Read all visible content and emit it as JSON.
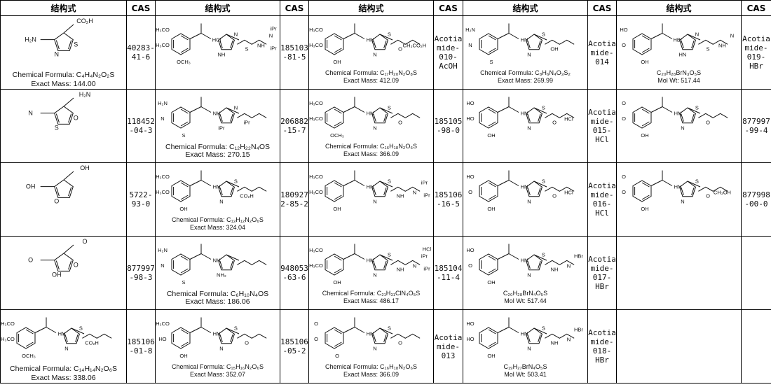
{
  "headers": {
    "structure": "结构式",
    "cas": "CAS"
  },
  "rows": [
    [
      {
        "labels": [
          "CO₂H",
          "H₂N",
          "N",
          "S"
        ],
        "cap": [
          "Chemical Formula: C₄H₄N₂O₂S",
          "Exact Mass: 144.00"
        ],
        "cas": "40283-\n41-6"
      },
      {
        "labels": [
          "H₃CO",
          "H₃CO",
          "OCH₃",
          "HCl",
          "NH",
          "N",
          "S",
          "NH",
          "N",
          "iPr",
          "iPr"
        ],
        "cap": [],
        "cas": "185103\n-81-5"
      },
      {
        "labels": [
          "H₃CO",
          "H₃CO",
          "OH",
          "HN",
          "N",
          "S",
          "O",
          "CH₃CO₂H"
        ],
        "cap": [
          "Chemical Formula: C₁₇H₂₀N₂O₈S",
          "Exact Mass: 412.09"
        ],
        "cas": "Acotia\nmide-\n010-\nAcOH"
      },
      {
        "labels": [
          "H₂N",
          "N",
          "S",
          "HN",
          "N",
          "S",
          "OH"
        ],
        "cap": [
          "Chemical Formula: C₈H₆N₄O₃S₂",
          "Exact Mass: 269.99"
        ],
        "cas": "Acotia\nmide-\n014"
      },
      {
        "labels": [
          "HO",
          "O",
          "OH",
          "HBr",
          "HN",
          "N",
          "S",
          "NH",
          "N"
        ],
        "cap": [
          "C₂₀H₂₈BrN₃O₅S",
          "Mol Wt: 517.44"
        ],
        "cas": "Acotia\nmide-\n019-\nHBr"
      }
    ],
    [
      {
        "labels": [
          "H₂N",
          "N",
          "S",
          "O"
        ],
        "cap": [],
        "cas": "118452\n-04-3"
      },
      {
        "labels": [
          "H₂N",
          "N",
          "S",
          "NH",
          "iPr",
          "N",
          "iPr"
        ],
        "cap": [
          "Chemical Formula: C₁₂H₂₂N₄OS",
          "Exact Mass: 270.15"
        ],
        "cas": "206882\n-15-7"
      },
      {
        "labels": [
          "H₃CO",
          "H₃CO",
          "OCH₃",
          "HN",
          "N",
          "S",
          "O"
        ],
        "cap": [
          "Chemical Formula: C₁₆H₁₈N₂O₆S",
          "Exact Mass: 366.09"
        ],
        "cas": "185105\n-98-0"
      },
      {
        "labels": [
          "HO",
          "HO",
          "OH",
          "HN",
          "N",
          "S",
          "O",
          "HCl"
        ],
        "cap": [],
        "cas": "Acotia\nmide-\n015-\nHCl"
      },
      {
        "labels": [
          "O",
          "O",
          "OH",
          "HN",
          "N",
          "S",
          "O"
        ],
        "cap": [],
        "cas": "877997\n-99-4"
      }
    ],
    [
      {
        "labels": [
          "OH",
          "OH",
          "O"
        ],
        "cap": [],
        "cas": "5722-\n93-0"
      },
      {
        "labels": [
          "H₃CO",
          "H₃CO",
          "OH",
          "HN",
          "N",
          "S",
          "CO₂H"
        ],
        "cap": [
          "Chemical Formula: C₁₃H₁₂N₂O₆S",
          "Exact Mass: 324.04"
        ],
        "cas": "180927\n2-85-2"
      },
      {
        "labels": [
          "H₃CO",
          "H₃CO",
          "OH",
          "HN",
          "N",
          "S",
          "NH",
          "N",
          "iPr",
          "iPr"
        ],
        "cap": [],
        "cas": "185106\n-16-5"
      },
      {
        "labels": [
          "HO",
          "O",
          "OH",
          "HN",
          "N",
          "S",
          "O",
          "HCl"
        ],
        "cap": [],
        "cas": "Acotia\nmide-\n016-\nHCl"
      },
      {
        "labels": [
          "O",
          "O",
          "OH",
          "HN",
          "N",
          "S",
          "O",
          "CH₃OH"
        ],
        "cap": [],
        "cas": "877998\n-00-0"
      }
    ],
    [
      {
        "labels": [
          "O",
          "O",
          "OH",
          "O"
        ],
        "cap": [],
        "cas": "877997\n-98-3"
      },
      {
        "labels": [
          "H₂N",
          "N",
          "S",
          "NH",
          "NH₂"
        ],
        "cap": [
          "Chemical Formula: C₆H₁₀N₄OS",
          "Exact Mass: 186.06"
        ],
        "cas": "948053\n-63-6"
      },
      {
        "labels": [
          "H₃CO",
          "H₃CO",
          "OH",
          "HN",
          "N",
          "S",
          "NH",
          "N",
          "iPr",
          "iPr",
          "HCl"
        ],
        "cap": [
          "Chemical Formula: C₂₁H₃₁ClN₄O₅S",
          "Exact Mass: 486.17"
        ],
        "cas": "185104\n-11-4"
      },
      {
        "labels": [
          "HO",
          "O",
          "OH",
          "HN",
          "N",
          "S",
          "NH",
          "N",
          "HBr"
        ],
        "cap": [
          "C₂₀H₂₈BrN₄O₅S",
          "Mol Wt: 517.44"
        ],
        "cas": "Acotia\nmide-\n017-\nHBr"
      },
      {
        "labels": [],
        "cap": [],
        "cas": ""
      }
    ],
    [
      {
        "labels": [
          "H₃CO",
          "H₃CO",
          "OCH₃",
          "HN",
          "N",
          "S",
          "CO₂H"
        ],
        "cap": [
          "Chemical Formula: C₁₄H₁₄N₂O₆S",
          "Exact Mass: 338.06"
        ],
        "cas": "185106\n-01-8"
      },
      {
        "labels": [
          "H₃CO",
          "HO",
          "OH",
          "HN",
          "N",
          "S",
          "O"
        ],
        "cap": [
          "Chemical Formula: C₁₅H₁₆N₂O₆S",
          "Exact Mass: 352.07"
        ],
        "cas": "185106\n-05-2"
      },
      {
        "labels": [
          "O",
          "O",
          "O",
          "HN",
          "N",
          "S",
          "O"
        ],
        "cap": [
          "Chemical Formula: C₁₆H₁₈N₂O₆S",
          "Exact Mass: 366.09"
        ],
        "cas": "Acotia\nmide-\n013"
      },
      {
        "labels": [
          "HO",
          "HO",
          "OH",
          "HN",
          "N",
          "S",
          "NH",
          "N",
          "HBr"
        ],
        "cap": [
          "C₁₉H₂₇BrN₄O₅S",
          "Mol Wt: 503.41"
        ],
        "cas": "Acotia\nmide-\n018-\nHBr"
      },
      {
        "labels": [],
        "cap": [],
        "cas": ""
      }
    ]
  ]
}
